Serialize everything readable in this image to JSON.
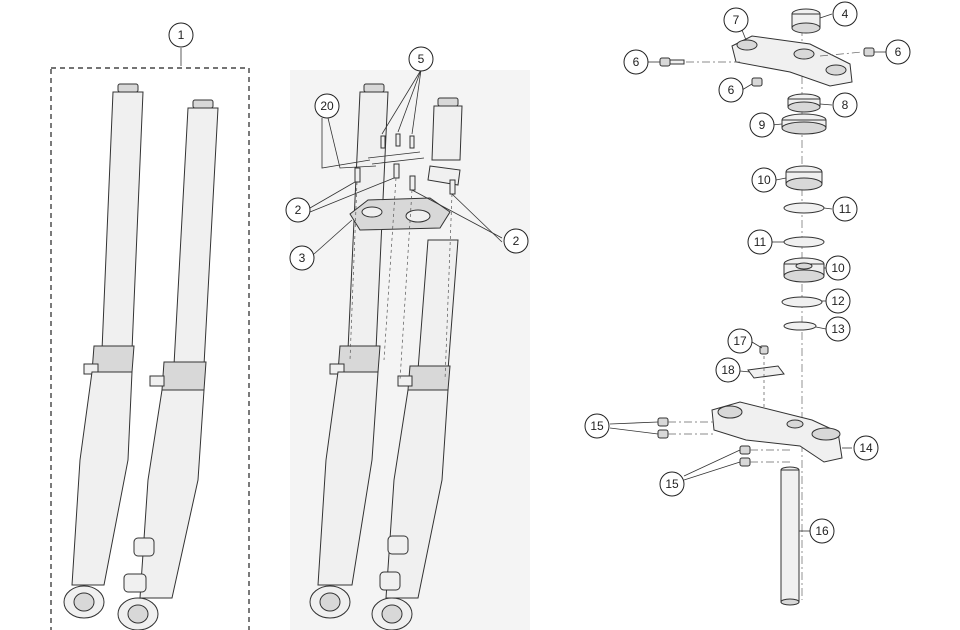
{
  "diagram": {
    "callouts": [
      {
        "id": "c1",
        "label": "1"
      },
      {
        "id": "c2a",
        "label": "2"
      },
      {
        "id": "c2b",
        "label": "2"
      },
      {
        "id": "c3",
        "label": "3"
      },
      {
        "id": "c4",
        "label": "4"
      },
      {
        "id": "c5",
        "label": "5"
      },
      {
        "id": "c6a",
        "label": "6"
      },
      {
        "id": "c6b",
        "label": "6"
      },
      {
        "id": "c6c",
        "label": "6"
      },
      {
        "id": "c7",
        "label": "7"
      },
      {
        "id": "c8",
        "label": "8"
      },
      {
        "id": "c9",
        "label": "9"
      },
      {
        "id": "c10a",
        "label": "10"
      },
      {
        "id": "c10b",
        "label": "10"
      },
      {
        "id": "c11a",
        "label": "11"
      },
      {
        "id": "c11b",
        "label": "11"
      },
      {
        "id": "c12",
        "label": "12"
      },
      {
        "id": "c13",
        "label": "13"
      },
      {
        "id": "c14",
        "label": "14"
      },
      {
        "id": "c15a",
        "label": "15"
      },
      {
        "id": "c15b",
        "label": "15"
      },
      {
        "id": "c16",
        "label": "16"
      },
      {
        "id": "c17",
        "label": "17"
      },
      {
        "id": "c18",
        "label": "18"
      },
      {
        "id": "c20",
        "label": "20"
      }
    ]
  }
}
